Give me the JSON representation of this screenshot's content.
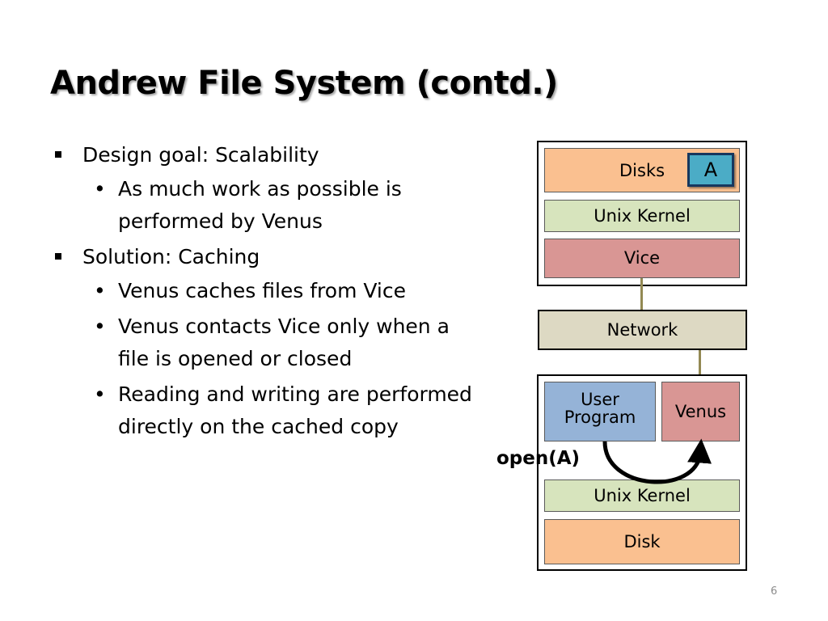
{
  "slide": {
    "title": "Andrew File System (contd.)",
    "page_number": "6"
  },
  "bullets": [
    {
      "text": "Design goal: Scalability",
      "sub": [
        "As much work as possible is performed by Venus"
      ]
    },
    {
      "text": "Solution: Caching",
      "sub": [
        "Venus caches files from Vice",
        "Venus contacts Vice only when a file is opened or closed",
        "Reading and writing are performed directly on the cached copy"
      ]
    }
  ],
  "diagram": {
    "server": {
      "disks": "Disks",
      "file": "A",
      "kernel": "Unix Kernel",
      "vice": "Vice"
    },
    "network": "Network",
    "client": {
      "user_program": "User Program",
      "venus": "Venus",
      "kernel": "Unix Kernel",
      "disk": "Disk"
    },
    "call_label": "open(A)"
  },
  "colors": {
    "disk": "#fac090",
    "kernel": "#d7e4bd",
    "vice": "#d99694",
    "network": "#ddd9c3",
    "user_program": "#95b3d7",
    "file": "#4bacc6",
    "link": "#938953"
  }
}
